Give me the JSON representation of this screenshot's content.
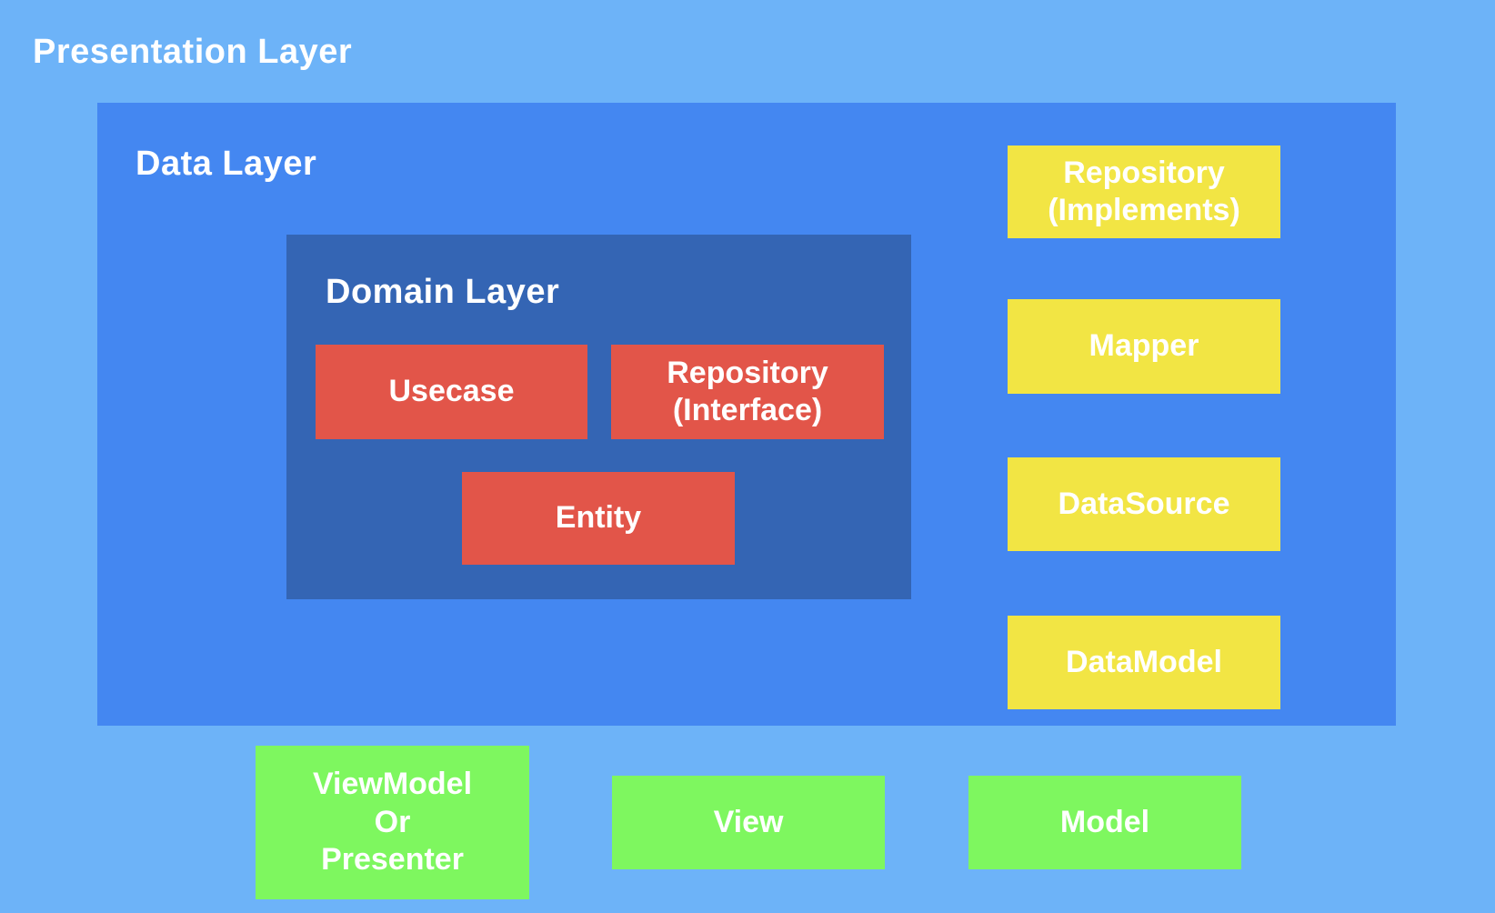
{
  "layers": {
    "presentation": {
      "label": "Presentation Layer",
      "color": "#6db3f8"
    },
    "data": {
      "label": "Data Layer",
      "color": "#4487f1"
    },
    "domain": {
      "label": "Domain Layer",
      "color": "#3465b4"
    }
  },
  "domain_boxes": {
    "usecase": {
      "label": "Usecase",
      "color": "#e25549"
    },
    "repository_interface": {
      "label": "Repository\n(Interface)",
      "color": "#e25549"
    },
    "entity": {
      "label": "Entity",
      "color": "#e25549"
    }
  },
  "data_boxes": {
    "repository_implements": {
      "label": "Repository\n(Implements)",
      "color": "#f2e544"
    },
    "mapper": {
      "label": "Mapper",
      "color": "#f2e544"
    },
    "datasource": {
      "label": "DataSource",
      "color": "#f2e544"
    },
    "datamodel": {
      "label": "DataModel",
      "color": "#f2e544"
    }
  },
  "presentation_boxes": {
    "viewmodel": {
      "label": "ViewModel\nOr\nPresenter",
      "color": "#7ef75f"
    },
    "view": {
      "label": "View",
      "color": "#7ef75f"
    },
    "model": {
      "label": "Model",
      "color": "#7ef75f"
    }
  },
  "text_color": "#ffffff"
}
